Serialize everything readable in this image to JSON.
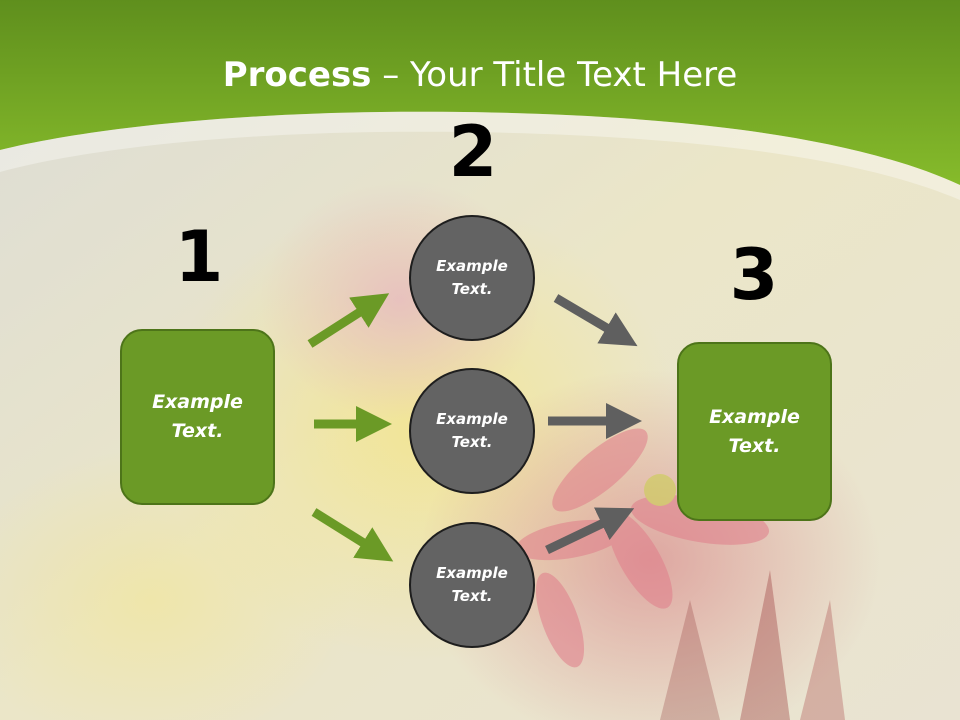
{
  "title": {
    "bold": "Process",
    "rest": " – Your Title Text Here"
  },
  "colors": {
    "header_green": "#7cb325",
    "box_fill": "#6b9a26",
    "circle_fill": "#636363",
    "arrow_green": "#6b9a26",
    "arrow_gray": "#5f5f5f"
  },
  "steps": [
    {
      "number": "1",
      "text": "Example Text."
    },
    {
      "number": "2",
      "circles": [
        {
          "text": "Example Text."
        },
        {
          "text": "Example Text."
        },
        {
          "text": "Example Text."
        }
      ]
    },
    {
      "number": "3",
      "text": "Example Text."
    }
  ]
}
